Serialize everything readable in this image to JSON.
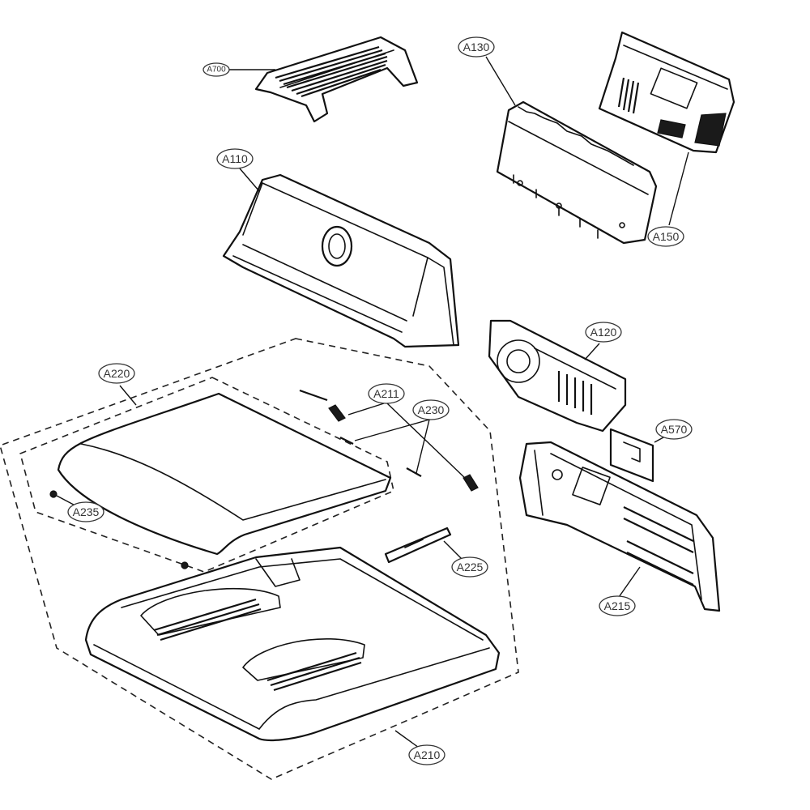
{
  "labels": {
    "a700": "A700",
    "a130": "A130",
    "a150": "A150",
    "a110": "A110",
    "a120": "A120",
    "a220": "A220",
    "a211": "A211",
    "a230": "A230",
    "a570": "A570",
    "a235": "A235",
    "a225": "A225",
    "a215": "A215",
    "a210": "A210"
  }
}
